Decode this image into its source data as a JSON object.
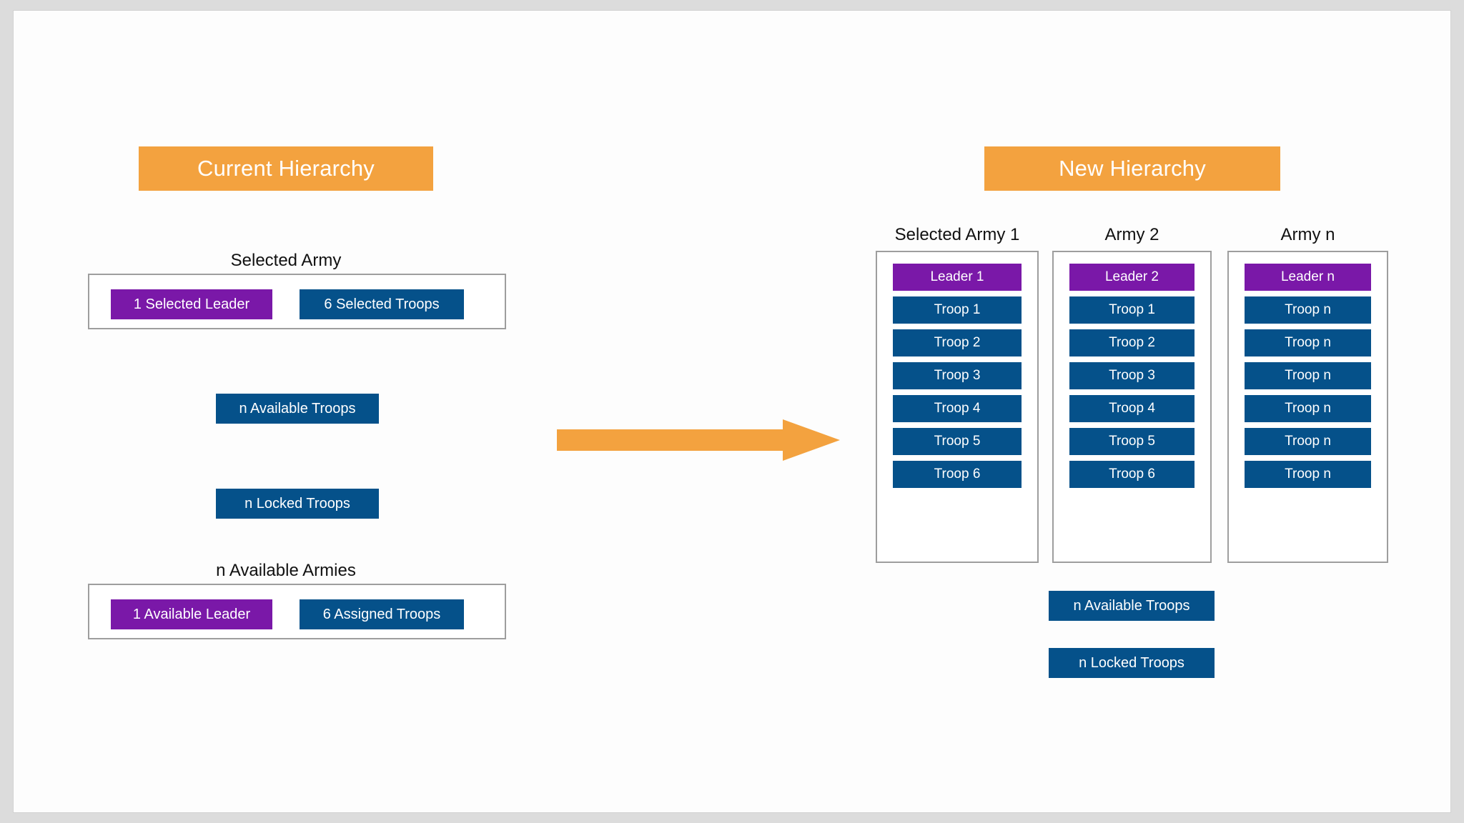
{
  "diagram": {
    "title_left": "Current Hierarchy",
    "title_right": "New Hierarchy",
    "arrow_name": "right-arrow"
  },
  "colors": {
    "header_orange": "#f3a23f",
    "leader_purple": "#7a18a8",
    "troop_blue": "#05518a",
    "group_border": "#9e9e9e",
    "canvas": "#fdfdfd",
    "page_background": "#dcdcdc"
  },
  "current_hierarchy": {
    "selected_army": {
      "caption": "Selected Army",
      "leader": "1 Selected Leader",
      "troops": "6 Selected Troops"
    },
    "available_troops": "n Available Troops",
    "locked_troops": "n Locked Troops",
    "available_armies": {
      "caption": "n Available Armies",
      "leader": "1 Available Leader",
      "troops": "6 Assigned Troops"
    }
  },
  "new_hierarchy": {
    "armies": [
      {
        "caption": "Selected Army 1",
        "leader": "Leader 1",
        "troops": [
          "Troop 1",
          "Troop 2",
          "Troop 3",
          "Troop 4",
          "Troop 5",
          "Troop 6"
        ]
      },
      {
        "caption": "Army 2",
        "leader": "Leader 2",
        "troops": [
          "Troop 1",
          "Troop 2",
          "Troop 3",
          "Troop 4",
          "Troop 5",
          "Troop 6"
        ]
      },
      {
        "caption": "Army n",
        "leader": "Leader n",
        "troops": [
          "Troop n",
          "Troop n",
          "Troop n",
          "Troop n",
          "Troop n",
          "Troop n"
        ]
      }
    ],
    "available_troops": "n Available Troops",
    "locked_troops": "n Locked Troops"
  }
}
